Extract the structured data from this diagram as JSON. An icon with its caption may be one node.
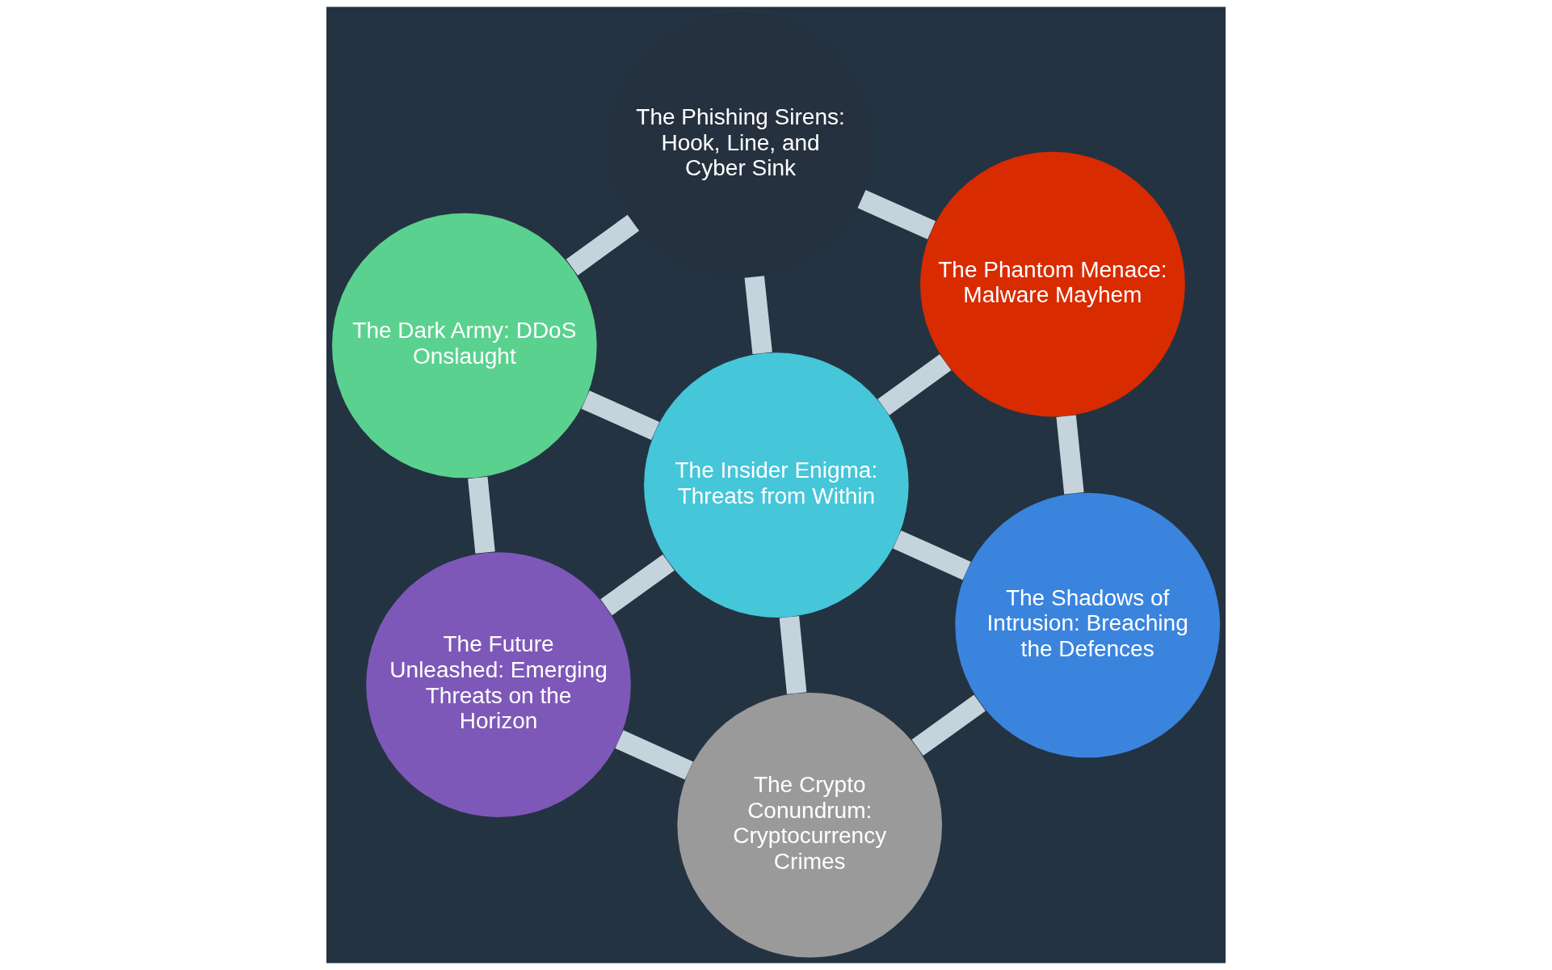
{
  "diagram": {
    "nodes": [
      {
        "text": [
          "The Phishing Sirens: Hook, Line, and Cyber Sink"
        ]
      },
      {
        "text": [
          "The Phantom Menace: Malware Mayhem"
        ]
      },
      {
        "text": [
          "The Dark Army: DDoS Onslaught"
        ]
      },
      {
        "text": [
          "The Insider Enigma: Threats from Within"
        ]
      },
      {
        "text": [
          "The Shadows of Intrusion: Breaching the Defences"
        ]
      },
      {
        "text": [
          "The Future Unleashed: Emerging Threats on the Horizon"
        ]
      },
      {
        "text": [
          "The Crypto Conundrum: Cryptocurrency Crimes"
        ]
      }
    ],
    "edges": [
      {
        "from": 0,
        "to": 1,
        "arrow": "none"
      },
      {
        "from": 0,
        "to": 2,
        "arrow": "none"
      },
      {
        "from": 0,
        "to": 3,
        "arrow": "none"
      },
      {
        "from": 1,
        "to": 3,
        "arrow": "none"
      },
      {
        "from": 2,
        "to": 3,
        "arrow": "none"
      },
      {
        "from": 1,
        "to": 4,
        "arrow": "none"
      },
      {
        "from": 2,
        "to": 5,
        "arrow": "none"
      },
      {
        "from": 4,
        "to": 3,
        "arrow": "none"
      },
      {
        "from": 5,
        "to": 3,
        "arrow": "none"
      },
      {
        "from": 4,
        "to": 6,
        "arrow": "none"
      },
      {
        "from": 5,
        "to": 6,
        "arrow": "none"
      },
      {
        "from": 6,
        "to": 3,
        "arrow": "none"
      }
    ]
  }
}
